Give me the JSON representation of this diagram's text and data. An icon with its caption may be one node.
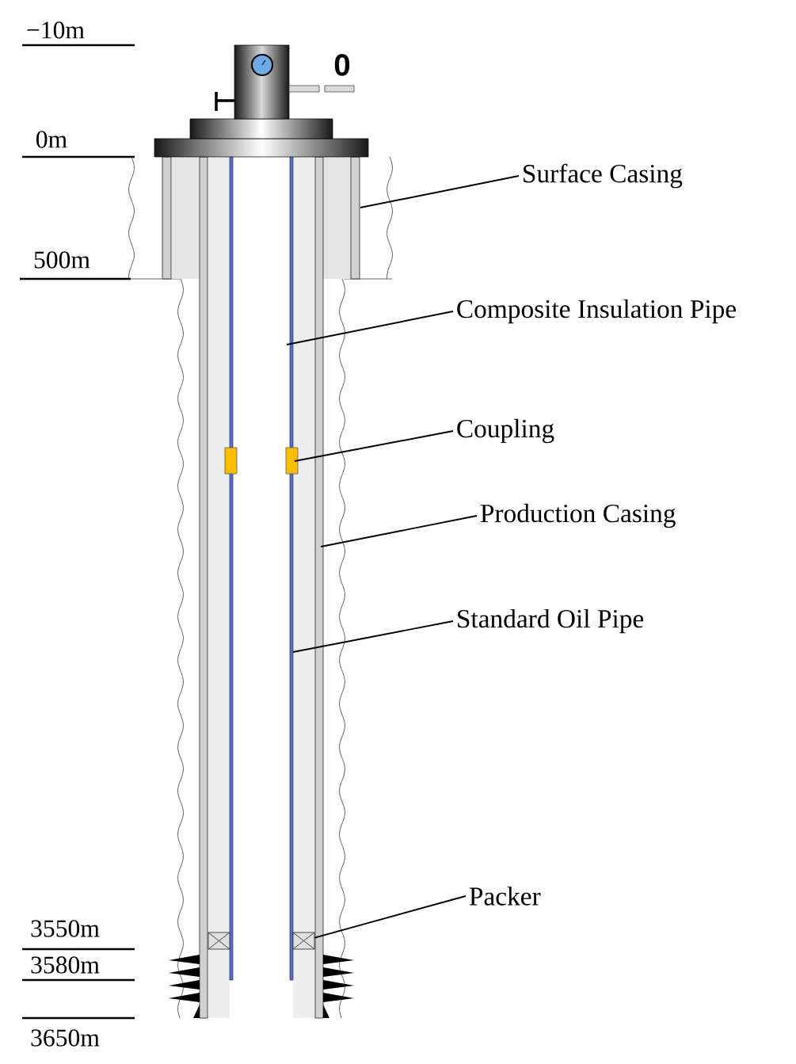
{
  "diagram": {
    "nodes": [
      {
        "text": [
          "Surface Casing"
        ]
      },
      {
        "text": [
          "Composite Insulation Pipe"
        ]
      },
      {
        "text": [
          "Coupling"
        ]
      },
      {
        "text": [
          "Production Casing"
        ]
      },
      {
        "text": [
          "Standard Oil Pipe"
        ]
      },
      {
        "text": [
          "Packer"
        ]
      },
      {
        "text": [],
        "shape": "box"
      }
    ],
    "edges": [
      {
        "from": 0,
        "to": null,
        "arrow": "none"
      },
      {
        "from": 1,
        "to": null,
        "arrow": "none"
      },
      {
        "from": 2,
        "to": null,
        "arrow": "none"
      },
      {
        "from": 3,
        "to": null,
        "arrow": "none"
      },
      {
        "from": 4,
        "to": null,
        "arrow": "none"
      },
      {
        "from": 5,
        "to": 6,
        "arrow": "none"
      }
    ],
    "labels": [
      "−10m",
      "0",
      "0m",
      "500m",
      "3550m",
      "3580m",
      "3650m"
    ]
  }
}
